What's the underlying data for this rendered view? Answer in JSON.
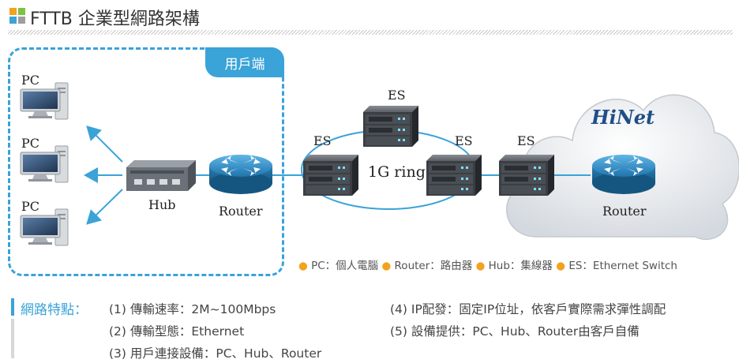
{
  "title": "FTTB 企業型網路架構",
  "client_area_label": "用戶端",
  "device_labels": {
    "pc": "PC",
    "hub": "Hub",
    "router_client": "Router",
    "es": "ES",
    "ring": "1G ring",
    "hinet": "HiNet",
    "router_hinet": "Router"
  },
  "legend": {
    "items": [
      "PC：個人電腦",
      "Router：路由器",
      "Hub：集線器",
      "ES：Ethernet Switch"
    ]
  },
  "features": {
    "heading": "網路特點：",
    "items": [
      "(1) 傳輸速率：2M~100Mbps",
      "(2) 傳輸型態：Ethernet",
      "(3) 用戶連接設備：PC、Hub、Router",
      "(4) IP配發：固定IP位址，依客戶實際需求彈性調配",
      "(5) 設備提供：PC、Hub、Router由客戶自備"
    ]
  },
  "colors": {
    "accent_blue": "#3aa3d8",
    "legend_dot": "#f2a21e",
    "title_squares": [
      "#f2a21e",
      "#7cc242",
      "#3aa3d8",
      "#9e9e9e"
    ]
  }
}
